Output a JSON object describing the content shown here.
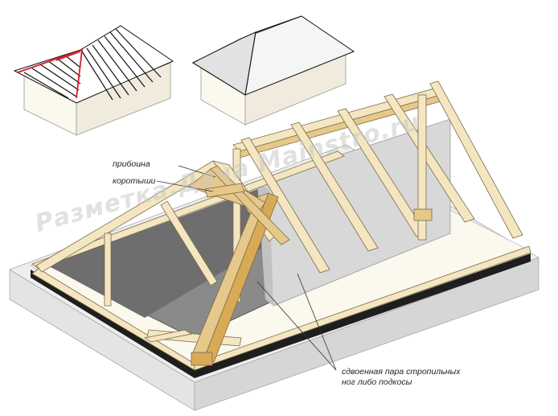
{
  "labels": {
    "priboina": "прибоина",
    "korotyshi": "коротыши",
    "doubled_line1": "сдвоенная пара стропильных",
    "doubled_line2": "ног либо подкосы"
  },
  "watermark": "Разметка.Дача Mainstro.ru",
  "colors": {
    "wood": "#f4e6c0",
    "wood_dark": "#e6c88a",
    "wood_accent": "#d9aa55",
    "outline": "#7a6a4a",
    "roof_red": "#d0202a",
    "wall": "#fbf8ee",
    "wall_side": "#f0ebdc",
    "band": "#1e1e1e",
    "ground": "#e8e8e8"
  }
}
